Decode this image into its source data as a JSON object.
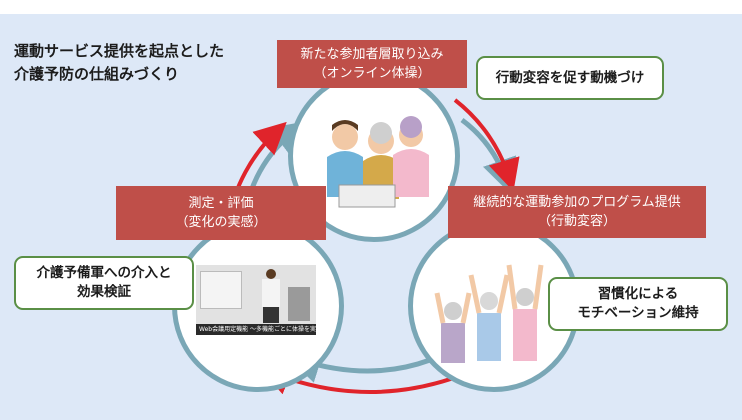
{
  "diagram": {
    "title_lines": [
      "運動サービス提供を起点とした",
      "介護予防の仕組みづくり"
    ],
    "steps": [
      {
        "lines": [
          "新たな参加者層取り込み",
          "（オンライン体操）"
        ],
        "note_lines": [
          "行動変容を促す動機づけ"
        ]
      },
      {
        "lines": [
          "継続的な運動参加のプログラム提供",
          "（行動変容）"
        ],
        "note_lines": [
          "習慣化による",
          "モチベーション維持"
        ]
      },
      {
        "lines": [
          "測定・評価",
          "（変化の実感）"
        ],
        "note_lines": [
          "介護予備軍への介入と",
          "効果検証"
        ]
      }
    ],
    "photo_caption": "Web会議用定機能 ～多機能ごとに体操を実施計画～",
    "colors": {
      "panel": "#dde8f7",
      "red_box": "#bf4f49",
      "green_border": "#5a8f46",
      "ring_teal": "#7aa7b6",
      "ring_red": "#e0242b"
    },
    "icons": [
      "group-exercise-illustration",
      "arms-raised-exercise-illustration",
      "measurement-photo"
    ]
  }
}
